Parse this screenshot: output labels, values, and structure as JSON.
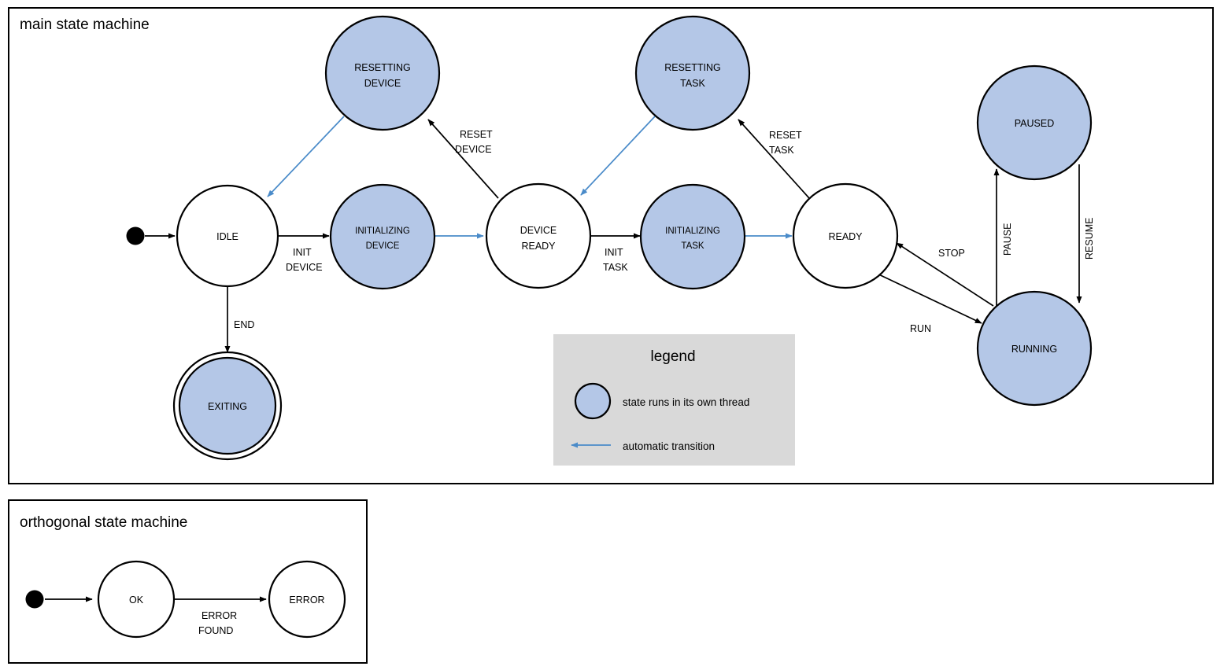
{
  "colors": {
    "thread_state_fill": "#b4c7e7",
    "plain_state_fill": "#ffffff",
    "stroke": "#000000",
    "auto_transition": "#4a8bc9",
    "legend_bg": "#d9d9d9",
    "page_bg": "#ffffff"
  },
  "panels": {
    "main": {
      "title": "main state machine"
    },
    "orthogonal": {
      "title": "orthogonal state machine"
    }
  },
  "main": {
    "states": [
      {
        "id": "idle",
        "label_lines": [
          "IDLE"
        ],
        "thread": false,
        "final": false
      },
      {
        "id": "resetting-device",
        "label_lines": [
          "RESETTING",
          "DEVICE"
        ],
        "thread": true,
        "final": false
      },
      {
        "id": "initializing-device",
        "label_lines": [
          "INITIALIZING",
          "DEVICE"
        ],
        "thread": true,
        "final": false
      },
      {
        "id": "device-ready",
        "label_lines": [
          "DEVICE",
          "READY"
        ],
        "thread": false,
        "final": false
      },
      {
        "id": "resetting-task",
        "label_lines": [
          "RESETTING",
          "TASK"
        ],
        "thread": true,
        "final": false
      },
      {
        "id": "initializing-task",
        "label_lines": [
          "INITIALIZING",
          "TASK"
        ],
        "thread": true,
        "final": false
      },
      {
        "id": "ready",
        "label_lines": [
          "READY"
        ],
        "thread": false,
        "final": false
      },
      {
        "id": "paused",
        "label_lines": [
          "PAUSED"
        ],
        "thread": true,
        "final": false
      },
      {
        "id": "running",
        "label_lines": [
          "RUNNING"
        ],
        "thread": true,
        "final": false
      },
      {
        "id": "exiting",
        "label_lines": [
          "EXITING"
        ],
        "thread": true,
        "final": true
      }
    ],
    "transitions": [
      {
        "id": "t-start-idle",
        "from": "start",
        "to": "idle",
        "label_lines": [],
        "auto": false
      },
      {
        "id": "t-idle-initdev",
        "from": "idle",
        "to": "initializing-device",
        "label_lines": [
          "INIT",
          "DEVICE"
        ],
        "auto": false
      },
      {
        "id": "t-initdev-devready",
        "from": "initializing-device",
        "to": "device-ready",
        "label_lines": [],
        "auto": true
      },
      {
        "id": "t-devready-resetdev",
        "from": "device-ready",
        "to": "resetting-device",
        "label_lines": [
          "RESET",
          "DEVICE"
        ],
        "auto": false
      },
      {
        "id": "t-resetdev-idle",
        "from": "resetting-device",
        "to": "idle",
        "label_lines": [],
        "auto": true
      },
      {
        "id": "t-idle-exiting",
        "from": "idle",
        "to": "exiting",
        "label_lines": [
          "END"
        ],
        "auto": false
      },
      {
        "id": "t-devready-inittask",
        "from": "device-ready",
        "to": "initializing-task",
        "label_lines": [
          "INIT",
          "TASK"
        ],
        "auto": false
      },
      {
        "id": "t-inittask-ready",
        "from": "initializing-task",
        "to": "ready",
        "label_lines": [],
        "auto": true
      },
      {
        "id": "t-ready-resettask",
        "from": "ready",
        "to": "resetting-task",
        "label_lines": [
          "RESET",
          "TASK"
        ],
        "auto": false
      },
      {
        "id": "t-resettask-devready",
        "from": "resetting-task",
        "to": "device-ready",
        "label_lines": [],
        "auto": true
      },
      {
        "id": "t-ready-running",
        "from": "ready",
        "to": "running",
        "label_lines": [
          "RUN"
        ],
        "auto": false
      },
      {
        "id": "t-running-ready",
        "from": "running",
        "to": "ready",
        "label_lines": [
          "STOP"
        ],
        "auto": false
      },
      {
        "id": "t-running-paused",
        "from": "running",
        "to": "paused",
        "label_lines": [
          "PAUSE"
        ],
        "auto": false
      },
      {
        "id": "t-paused-running",
        "from": "paused",
        "to": "running",
        "label_lines": [
          "RESUME"
        ],
        "auto": false
      }
    ],
    "labels": {
      "init_device": {
        "line1": "INIT",
        "line2": "DEVICE"
      },
      "reset_device": {
        "line1": "RESET",
        "line2": "DEVICE"
      },
      "init_task": {
        "line1": "INIT",
        "line2": "TASK"
      },
      "reset_task": {
        "line1": "RESET",
        "line2": "TASK"
      },
      "end": "END",
      "run": "RUN",
      "stop": "STOP",
      "pause": "PAUSE",
      "resume": "RESUME"
    },
    "state_text": {
      "idle": "IDLE",
      "resetting_device_1": "RESETTING",
      "resetting_device_2": "DEVICE",
      "initializing_device_1": "INITIALIZING",
      "initializing_device_2": "DEVICE",
      "device_ready_1": "DEVICE",
      "device_ready_2": "READY",
      "resetting_task_1": "RESETTING",
      "resetting_task_2": "TASK",
      "initializing_task_1": "INITIALIZING",
      "initializing_task_2": "TASK",
      "ready": "READY",
      "paused": "PAUSED",
      "running": "RUNNING",
      "exiting": "EXITING"
    }
  },
  "legend": {
    "title": "legend",
    "items": [
      {
        "id": "thread-swatch",
        "icon": "filled-circle-icon",
        "text": "state runs in its own thread"
      },
      {
        "id": "auto-arrow",
        "icon": "left-arrow-icon",
        "text": "automatic transition"
      }
    ],
    "item_thread_text": "state runs in its own thread",
    "item_auto_text": "automatic transition"
  },
  "orthogonal": {
    "states": [
      {
        "id": "ok",
        "label": "OK"
      },
      {
        "id": "error",
        "label": "ERROR"
      }
    ],
    "state_text": {
      "ok": "OK",
      "error": "ERROR"
    },
    "transitions": [
      {
        "id": "t-start-ok",
        "from": "start",
        "to": "ok",
        "label_lines": []
      },
      {
        "id": "t-ok-error",
        "from": "ok",
        "to": "error",
        "label_lines": [
          "ERROR",
          "FOUND"
        ]
      }
    ],
    "labels": {
      "error_found_1": "ERROR",
      "error_found_2": "FOUND"
    }
  }
}
